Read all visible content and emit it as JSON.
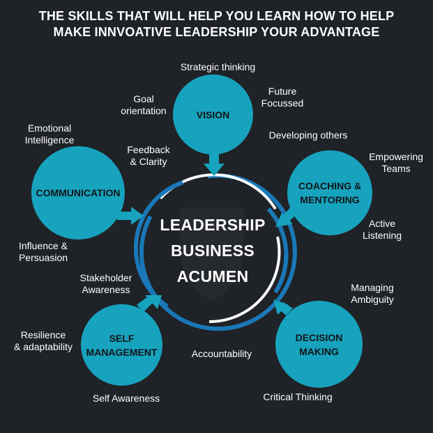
{
  "title": {
    "line1": "THE SKILLS THAT WILL HELP YOU LEARN HOW TO HELP",
    "line2": "MAKE INNVOATIVE LEADERSHIP YOUR ADVANTAGE"
  },
  "center": {
    "line1": "LEADERSHIP",
    "line2": "BUSINESS",
    "line3": "ACUMEN"
  },
  "colors": {
    "background": "#1f2226",
    "circle_fill": "#17a2bd",
    "ring_dark": "#1a78b8",
    "ring_light": "#ffffff",
    "text": "#ffffff"
  },
  "pillars": {
    "vision": {
      "line1": "VISION"
    },
    "communication": {
      "line1": "COMMUNICATION"
    },
    "coaching": {
      "line1": "COACHING &",
      "line2": "MENTORING"
    },
    "decision": {
      "line1": "DECISION",
      "line2": "MAKING"
    },
    "self": {
      "line1": "SELF",
      "line2": "MANAGEMENT"
    }
  },
  "skills": {
    "strategic": {
      "line1": "Strategic thinking"
    },
    "goal": {
      "line1": "Goal",
      "line2": "orientation"
    },
    "future": {
      "line1": "Future",
      "line2": "Focussed"
    },
    "developing": {
      "line1": "Developing others"
    },
    "emotional": {
      "line1": "Emotional",
      "line2": "Intelligence"
    },
    "feedback": {
      "line1": "Feedback",
      "line2": "& Clarity"
    },
    "empowering": {
      "line1": "Empowering",
      "line2": "Teams"
    },
    "active": {
      "line1": "Active",
      "line2": "Listening"
    },
    "influence": {
      "line1": "Influence &",
      "line2": "Persuasion"
    },
    "stakeholder": {
      "line1": "Stakeholder",
      "line2": "Awareness"
    },
    "ambiguity": {
      "line1": "Managing",
      "line2": "Ambiguity"
    },
    "resilience": {
      "line1": "Resilience",
      "line2": "& adaptability"
    },
    "accountability": {
      "line1": "Accountability"
    },
    "selfaware": {
      "line1": "Self Awareness"
    },
    "critical": {
      "line1": "Critical Thinking"
    }
  }
}
